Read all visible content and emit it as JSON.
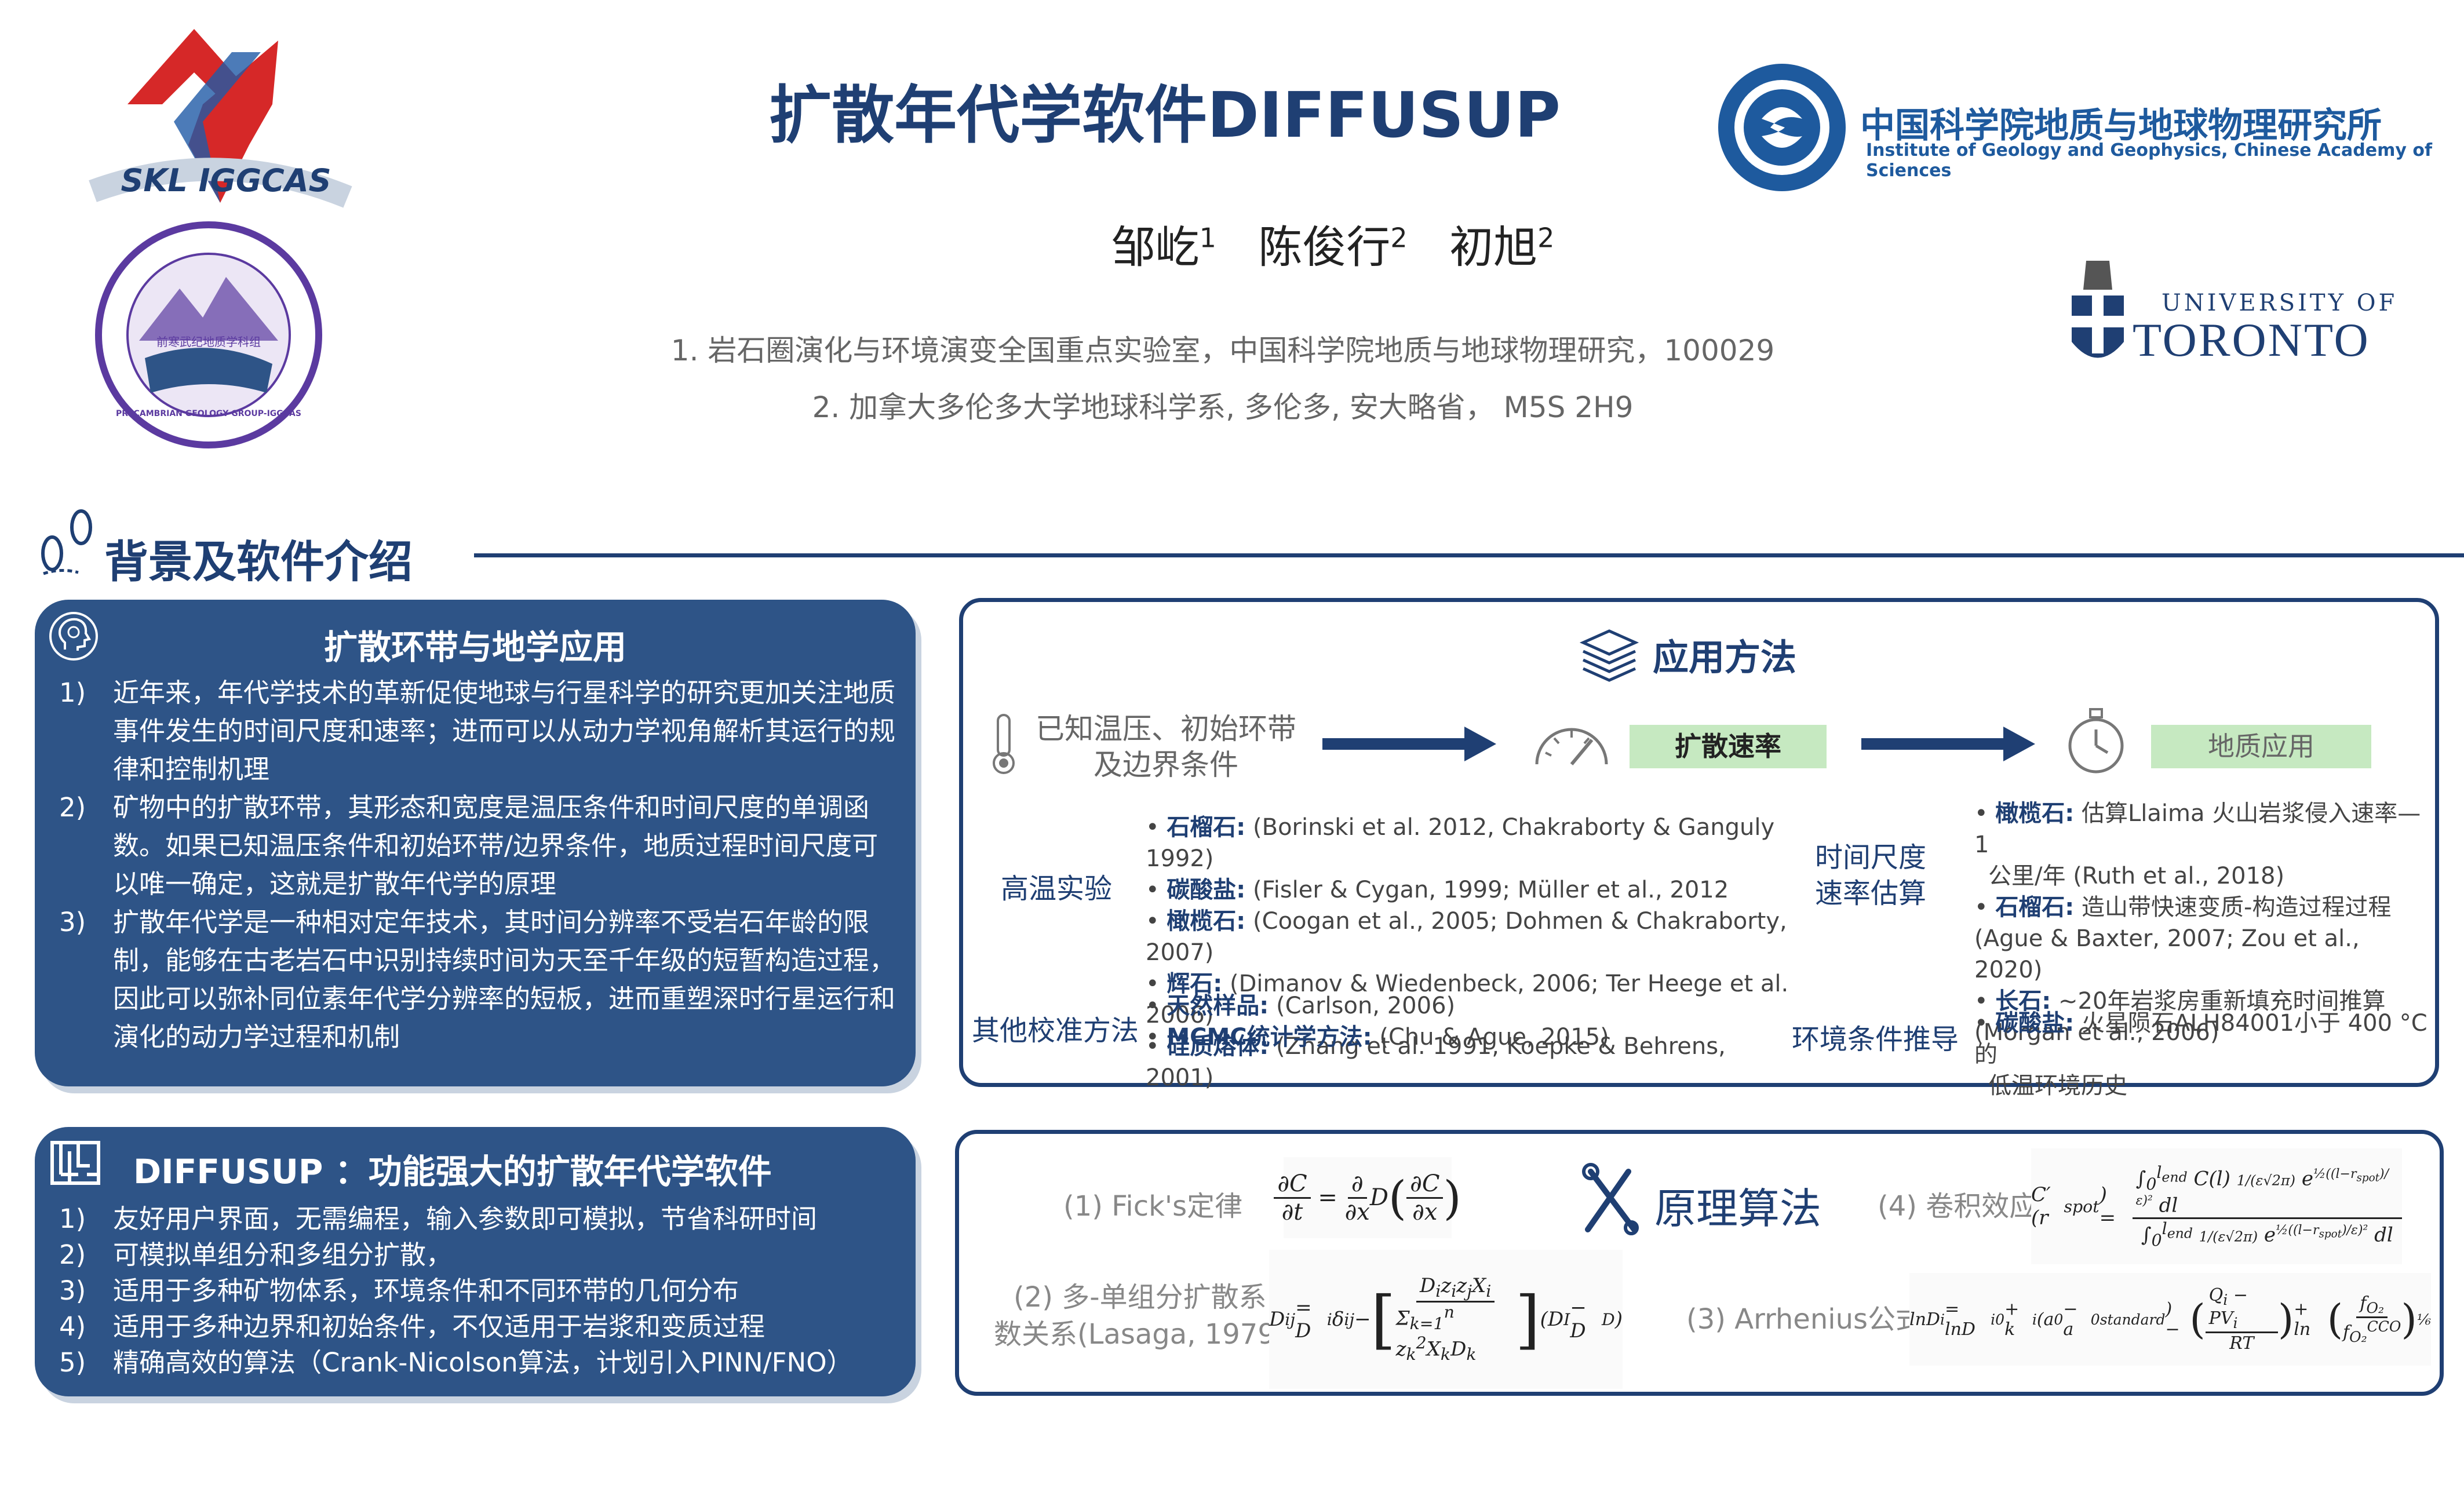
{
  "header": {
    "title": "扩散年代学软件DIFFUSUP",
    "authors": [
      {
        "name": "邹屹",
        "sup": "1"
      },
      {
        "name": "陈俊行",
        "sup": "2"
      },
      {
        "name": "初旭",
        "sup": "2"
      }
    ],
    "affiliations": [
      "1. 岩石圈演化与环境演变全国重点实验室，中国科学院地质与地球物理研究，100029",
      "2. 加拿大多伦多大学地球科学系, 多伦多, 安大略省， M5S 2H9"
    ]
  },
  "logos": {
    "skl_text": "SKL IGGCAS",
    "precambrian_ring": "PRECAMBRIAN GEOLOGY GROUP-IGGCAS",
    "precambrian_inner": "前寒武纪地质学科组",
    "igg_cn": "中国科学院地质与地球物理研究所",
    "igg_en": "Institute of Geology and Geophysics, Chinese Academy of Sciences",
    "uoft_line1": "UNIVERSITY OF",
    "uoft_line2": "TORONTO"
  },
  "section": {
    "title": "背景及软件介绍"
  },
  "box1": {
    "title": "扩散环带与地学应用",
    "items": [
      {
        "num": "1)",
        "text": "近年来，年代学技术的革新促使地球与行星科学的研究更加关注地质事件发生的时间尺度和速率；进而可以从动力学视角解析其运行的规律和控制机理"
      },
      {
        "num": "2)",
        "text": "矿物中的扩散环带，其形态和宽度是温压条件和时间尺度的单调函数。如果已知温压条件和初始环带/边界条件，地质过程时间尺度可以唯一确定，这就是扩散年代学的原理"
      },
      {
        "num": "3)",
        "text": "扩散年代学是一种相对定年技术，其时间分辨率不受岩石年龄的限制，能够在古老岩石中识别持续时间为天至千年级的短暂构造过程，因此可以弥补同位素年代学分辨率的短板，进而重塑深时行星运行和演化的动力学过程和机制"
      }
    ]
  },
  "box2": {
    "title": "DIFFUSUP ：功能强大的扩散年代学软件",
    "items": [
      {
        "num": "1)",
        "text": "友好用户界面，无需编程，输入参数即可模拟，节省科研时间"
      },
      {
        "num": "2)",
        "text": "可模拟单组分和多组分扩散，"
      },
      {
        "num": "3)",
        "text": "适用于多种矿物体系，环境条件和不同环带的几何分布"
      },
      {
        "num": "4)",
        "text": "适用于多种边界和初始条件，不仅适用于岩浆和变质过程"
      },
      {
        "num": "5)",
        "text": "精确高效的算法（Crank-Nicolson算法，计划引入PINN/FNO）"
      }
    ]
  },
  "methods": {
    "title": "应用方法",
    "flow_input": [
      "已知温压、初始环带",
      "及边界条件"
    ],
    "flow_mid": "扩散速率",
    "flow_end": "地质应用",
    "left_label1": "高温实验",
    "left_label2": "其他校准方法",
    "left_items": [
      {
        "k": "石榴石:",
        "v": " (Borinski et al. 2012, Chakraborty & Ganguly 1992)"
      },
      {
        "k": "碳酸盐:",
        "v": " (Fisler & Cygan, 1999; Müller et al., 2012"
      },
      {
        "k": "橄榄石:",
        "v": " (Coogan et al., 2005; Dohmen & Chakraborty, 2007)"
      },
      {
        "k": "辉石:",
        "v": " (Dimanov & Wiedenbeck, 2006; Ter Heege et al. 2006)"
      },
      {
        "k": "硅质熔体:",
        "v": " (Zhang et al. 1991, Koepke & Behrens, 2001)"
      }
    ],
    "left_items2": [
      {
        "k": "天然样品:",
        "v": " (Carlson, 2006)"
      },
      {
        "k": "MCMC统计学方法:",
        "v": " (Chu & Ague, 2015)"
      }
    ],
    "right_label1": [
      "时间尺度",
      "速率估算"
    ],
    "right_label2": "环境条件推导",
    "right_items": [
      {
        "k": "橄榄石:",
        "v": " 估算Llaima 火山岩浆侵入速率—1",
        "v2": "公里/年 (Ruth et al., 2018)"
      },
      {
        "k": "石榴石:",
        "v": " 造山带快速变质-构造过程过程",
        "v2": "(Ague & Baxter, 2007; Zou et al., 2020)"
      },
      {
        "k": "长石:",
        "v": " ~20年岩浆房重新填充时间推算",
        "v2": "(Morgan et al., 2006)"
      }
    ],
    "right_items2": [
      {
        "k": "碳酸盐:",
        "v": " 火星陨石ALH84001小于 400 °C的",
        "v2": "低温环境历史"
      }
    ]
  },
  "algo": {
    "title": "原理算法",
    "l1": "(1) Fick's定律",
    "l2a": "(2) 多-单组分扩散系",
    "l2b": "数关系(Lasaga, 1979)",
    "l3": "(3) Arrhenius公式",
    "l4": "(4) 卷积效应"
  },
  "colors": {
    "navy": "#1f3f73",
    "box_blue": "#2e5487",
    "green": "#c6e9c1",
    "igg_blue": "#1e5a9e"
  }
}
